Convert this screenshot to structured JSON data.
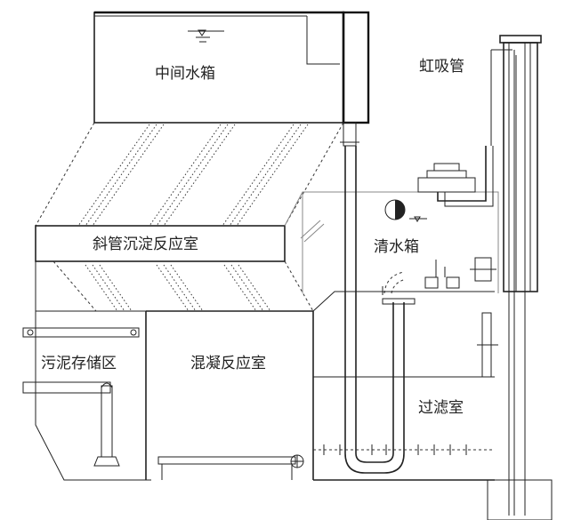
{
  "labels": {
    "intermediate_tank": "中间水箱",
    "siphon": "虹吸管",
    "inclined_tube_chamber": "斜管沉淀反应室",
    "clear_water_tank": "清水箱",
    "sludge_storage": "污泥存储区",
    "coagulation_chamber": "混凝反应室",
    "filter_chamber": "过滤室"
  }
}
